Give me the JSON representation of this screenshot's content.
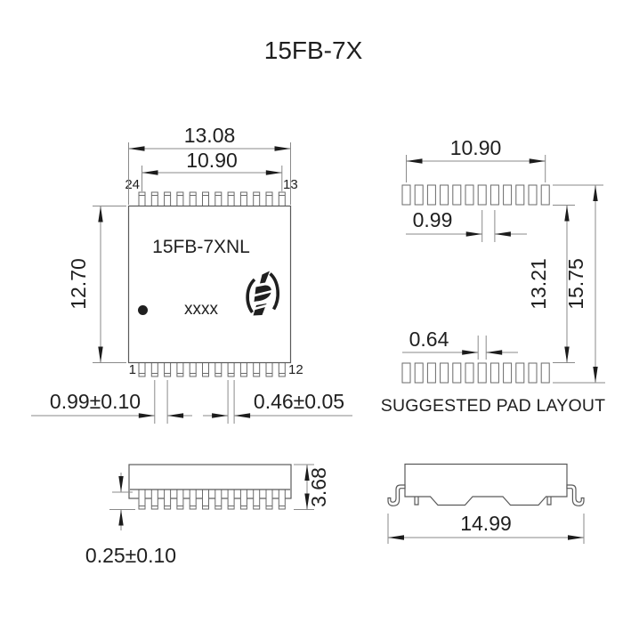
{
  "title": "15FB-7X",
  "top_view": {
    "part_marking": "15FB-7XNL",
    "date_code_marking": "xxxx",
    "pin_labels": {
      "top_left": "24",
      "top_right": "13",
      "bottom_left": "1",
      "bottom_right": "12"
    },
    "pins_per_side": 12,
    "dims": {
      "body_width": "13.08",
      "lead_span": "10.90",
      "body_length": "12.70",
      "lead_pitch": "0.99±0.10",
      "lead_width": "0.46±0.05"
    }
  },
  "pad_layout": {
    "caption": "SUGGESTED PAD LAYOUT",
    "pads_per_row": 12,
    "dims": {
      "row_span": "10.90",
      "pad_pitch": "0.99",
      "inner_height": "13.21",
      "outer_height": "15.75",
      "pad_width": "0.64"
    }
  },
  "side_view": {
    "dims": {
      "body_height": "3.68",
      "standoff": "0.25±0.10"
    }
  },
  "end_view": {
    "dims": {
      "lead_tip_span": "14.99"
    }
  },
  "colors": {
    "background": "#ffffff",
    "ink": "#1f1f1f",
    "outline": "#5a5a5a",
    "dimension": "#8a8a8a"
  }
}
